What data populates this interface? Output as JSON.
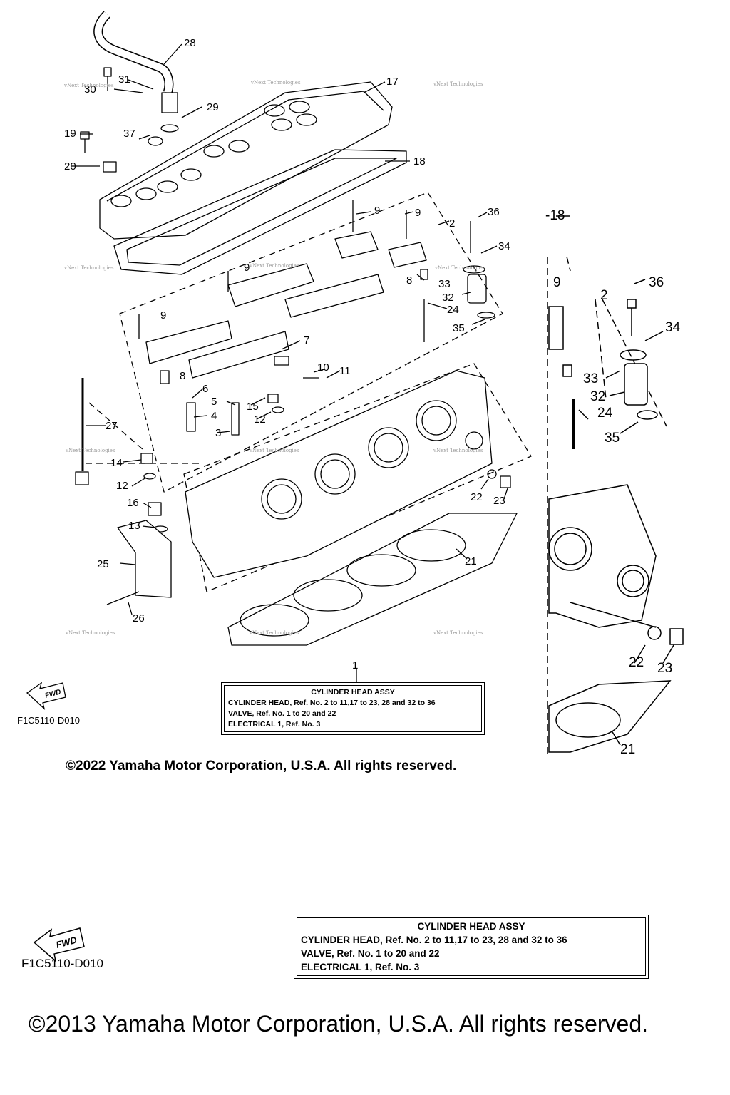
{
  "labels": [
    "1",
    "2",
    "3",
    "4",
    "5",
    "6",
    "7",
    "8",
    "9",
    "10",
    "11",
    "12",
    "13",
    "14",
    "15",
    "16",
    "17",
    "18",
    "19",
    "20",
    "21",
    "22",
    "23",
    "24",
    "25",
    "26",
    "27",
    "28",
    "29",
    "30",
    "31",
    "32",
    "33",
    "34",
    "35",
    "36",
    "37"
  ],
  "inset_labels": [
    "-18",
    "9",
    "2",
    "36",
    "34",
    "33",
    "32",
    "24",
    "35",
    "22",
    "23",
    "21"
  ],
  "watermark": "vNext Technologies",
  "fwd": "FWD",
  "diagram_code": "F1C5110-D010",
  "legend": {
    "title": "CYLINDER HEAD ASSY",
    "line1": "CYLINDER HEAD, Ref. No. 2 to 11,17 to 23, 28 and 32 to 36",
    "line2": "VALVE, Ref. No. 1 to 20 and 22",
    "line3": "ELECTRICAL 1, Ref. No. 3"
  },
  "copyright_top": "©2022 Yamaha Motor Corporation, U.S.A. All rights reserved.",
  "copyright_bottom": "©2013 Yamaha Motor Corporation, U.S.A. All rights reserved."
}
